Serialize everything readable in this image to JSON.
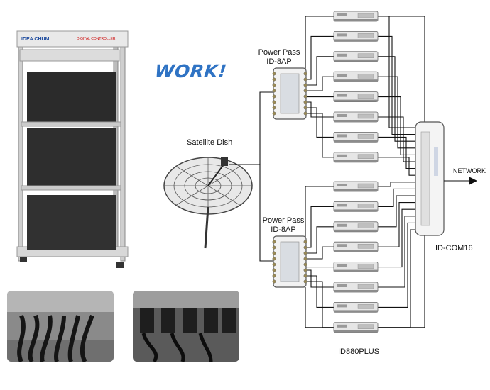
{
  "heading": "WORK!",
  "rack": {
    "brand": "IDEA CHUM",
    "tag": "DIGITAL CONTROLLER"
  },
  "labels": {
    "satellite_dish": "Satellite Dish",
    "splitter_top": [
      "Power Pass",
      "ID-8AP"
    ],
    "splitter_bottom": [
      "Power Pass",
      "ID-8AP"
    ],
    "network": "NETWORK",
    "controller": "ID-COM16",
    "receiver": "ID880PLUS"
  },
  "receivers_per_splitter": 8,
  "colors": {
    "accent": "#2f73c4",
    "line": "#111111",
    "device": "#e6e6e6"
  }
}
